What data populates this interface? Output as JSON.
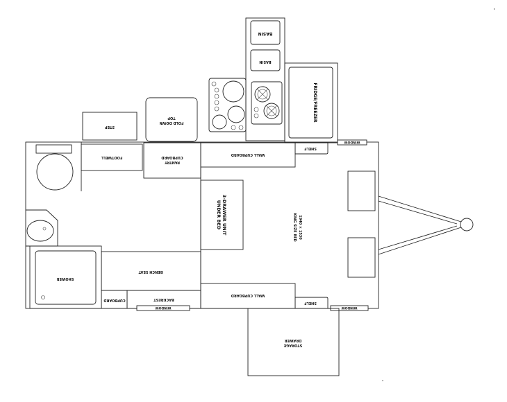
{
  "labels": {
    "basin_top": "BASIN",
    "basin_small": "BASIN",
    "fridge": "FRIDGE/FREEZER",
    "step": "STEP",
    "fold_down_1": "FOLD DOWN",
    "fold_down_2": "TOP",
    "footwell": "FOOTWELL",
    "pantry_1": "PANTRY",
    "pantry_2": "CUPBOARD",
    "wall_cupboard_top": "WALL CUPBOARD",
    "shelf_top": "SHELF",
    "window_top": "WINDOW",
    "drawer_1": "3-DRAWER UNIT",
    "drawer_2": "UNDER BED",
    "bed_1": "KING SIZE BED",
    "bed_2": "1940 × 1530",
    "bench_seat": "BENCH SEAT",
    "shower": "SHOWER",
    "cupboard": "CUPBOARD",
    "backrest": "BACKREST",
    "window_bottom_left": "WINDOW",
    "wall_cupboard_bottom": "WALL CUPBOARD",
    "shelf_bottom": "SHELF",
    "window_bottom_right": "WINDOW",
    "storage_1": "STORAGE",
    "storage_2": "DRAWER"
  }
}
